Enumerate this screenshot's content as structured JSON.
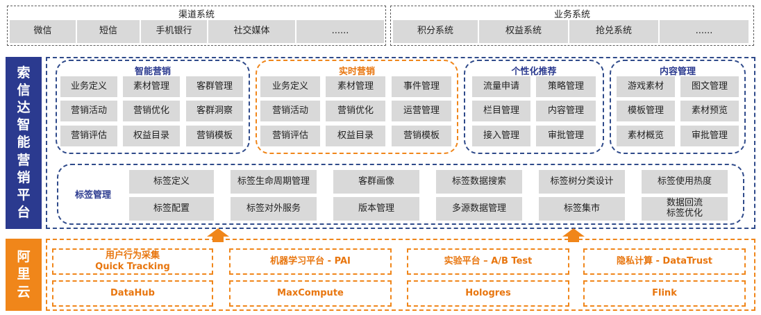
{
  "channel": {
    "title": "渠道系统",
    "items": [
      "微信",
      "短信",
      "手机银行",
      "社交媒体",
      "......"
    ]
  },
  "business": {
    "title": "业务系统",
    "items": [
      "积分系统",
      "权益系统",
      "抢兑系统",
      "......"
    ]
  },
  "platform": {
    "side_title": "索信达智能营销平台",
    "groups": [
      {
        "title": "智能营销",
        "items": [
          "业务定义",
          "素材管理",
          "客群管理",
          "营销活动",
          "营销优化",
          "客群洞察",
          "营销评估",
          "权益目录",
          "营销模板"
        ]
      },
      {
        "title": "实时营销",
        "items": [
          "业务定义",
          "素材管理",
          "事件管理",
          "营销活动",
          "营销优化",
          "运营管理",
          "营销评估",
          "权益目录",
          "营销模板"
        ]
      },
      {
        "title": "个性化推荐",
        "items": [
          "流量申请",
          "策略管理",
          "栏目管理",
          "内容管理",
          "接入管理",
          "审批管理"
        ]
      },
      {
        "title": "内容管理",
        "items": [
          "游戏素材",
          "图文管理",
          "模板管理",
          "素材预览",
          "素材概览",
          "审批管理"
        ]
      }
    ],
    "tag": {
      "title": "标签管理",
      "row1": [
        "标签定义",
        "标签生命周期管理",
        "客群画像",
        "标签数据搜索",
        "标签树分类设计",
        "标签使用热度"
      ],
      "row2": [
        "标签配置",
        "标签对外服务",
        "版本管理",
        "多源数据管理",
        "标签集市",
        "数据回流\n标签优化"
      ]
    }
  },
  "aliyun": {
    "side_title": "阿里云",
    "row1": [
      "用户行为采集\nQuick Tracking",
      "机器学习平台 - PAI",
      "实验平台 – A/B Test",
      "隐私计算 - DataTrust"
    ],
    "row2": [
      "DataHub",
      "MaxCompute",
      "Hologres",
      "Flink"
    ]
  },
  "colors": {
    "navy": "#2b3a8f",
    "orange": "#f0861a",
    "cell_gray": "#d9d9d9",
    "group_border": "#2f4a8a"
  }
}
